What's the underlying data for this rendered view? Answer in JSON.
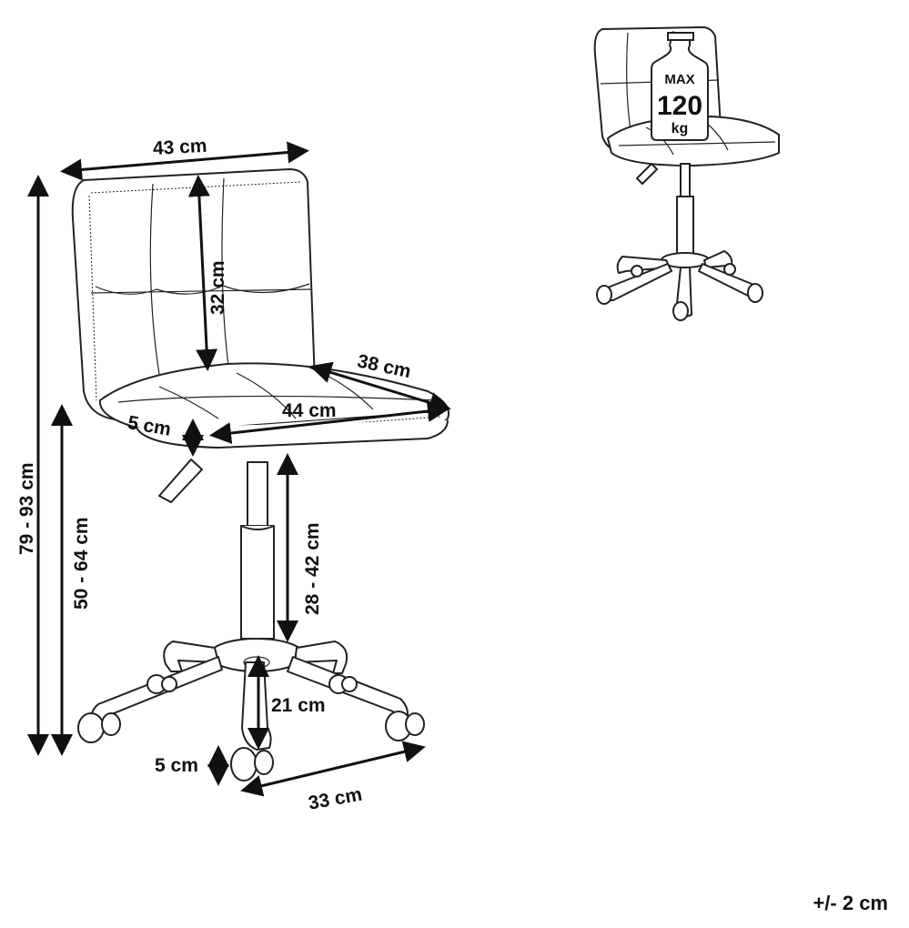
{
  "dimensions": {
    "back_width": "43 cm",
    "back_height": "32 cm",
    "seat_depth": "38 cm",
    "seat_width": "44 cm",
    "seat_thickness": "5 cm",
    "total_height": "79 - 93 cm",
    "seat_height": "50 - 64 cm",
    "gas_lift": "28 - 42 cm",
    "base_leg": "21 cm",
    "caster_height": "5 cm",
    "base_radius": "33 cm"
  },
  "weight_badge": {
    "top": "MAX",
    "value": "120",
    "unit": "kg"
  },
  "tolerance": "+/- 2 cm"
}
